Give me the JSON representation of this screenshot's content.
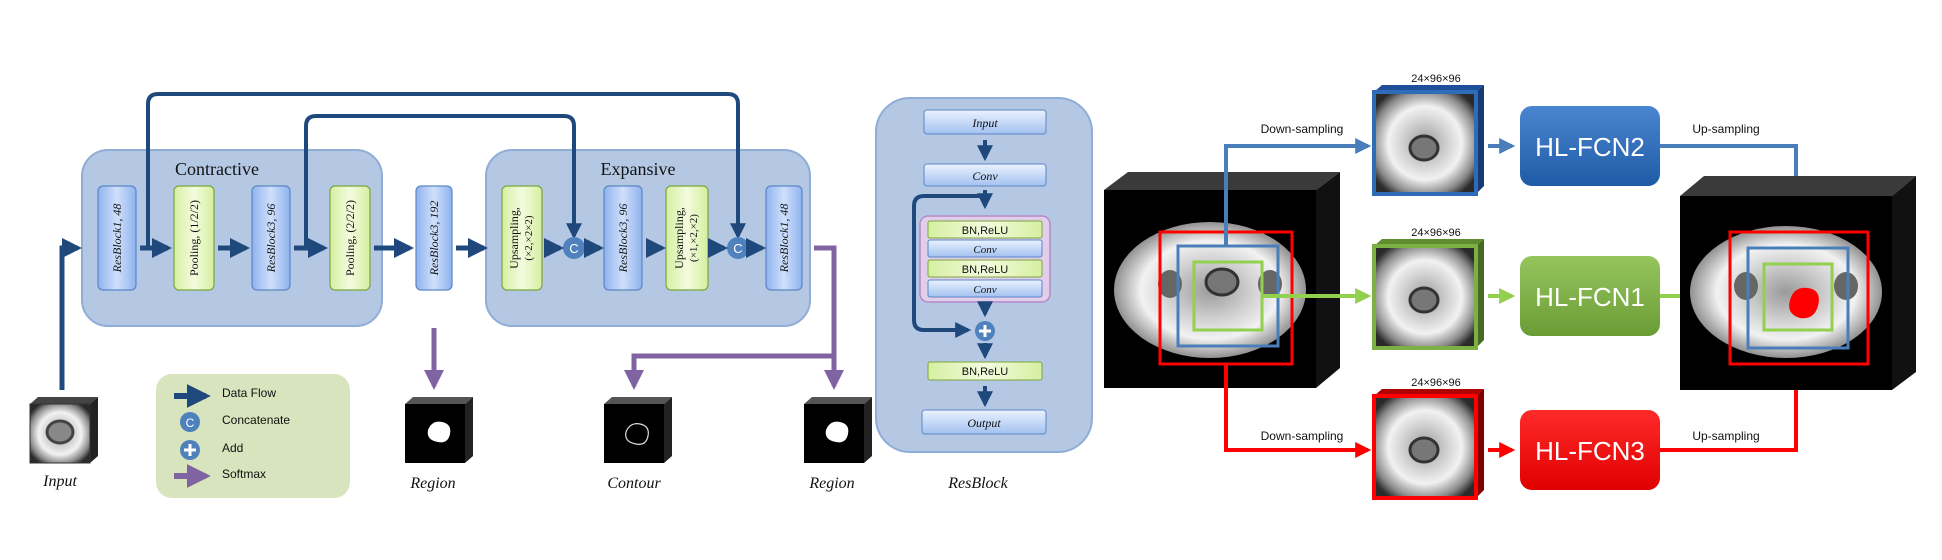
{
  "network": {
    "contractive_title": "Contractive",
    "expansive_title": "Expansive",
    "blocks": {
      "resblock1_a": "ResBlock1, 48",
      "pooling_1": "Pooling, (1/2/2)",
      "resblock3_a": "ResBlock3, 96",
      "pooling_2": "Pooling, (2/2/2)",
      "resblock3_b": "ResBlock3, 192",
      "upsampling_1_l1": "Upsampling,",
      "upsampling_1_l2": "(×2,×2×2)",
      "resblock3_c": "ResBlock3, 96",
      "upsampling_2_l1": "Upsampling,",
      "upsampling_2_l2": "(×1,×2,×2)",
      "resblock1_b": "ResBlock1, 48"
    },
    "concat_symbol": "C",
    "labels": {
      "input": "Input",
      "region_1": "Region",
      "contour": "Contour",
      "region_2": "Region"
    }
  },
  "legend": {
    "items": [
      {
        "label": "Data Flow"
      },
      {
        "label": "Concatenate"
      },
      {
        "label": "Add"
      },
      {
        "label": "Softmax"
      }
    ]
  },
  "resblock": {
    "caption": "ResBlock",
    "input": "Input",
    "conv": "Conv",
    "bn_relu_1": "BN,ReLU",
    "conv_1": "Conv",
    "bn_relu_2": "BN,ReLU",
    "conv_2": "Conv",
    "bn_relu_3": "BN,ReLU",
    "output": "Output"
  },
  "cascade": {
    "down_sampling_top": "Down-sampling",
    "down_sampling_bottom": "Down-sampling",
    "up_sampling_top": "Up-sampling",
    "up_sampling_bottom": "Up-sampling",
    "size_top": "24×96×96",
    "size_mid": "24×96×96",
    "size_bottom": "24×96×96",
    "hl_fcn2": "HL-FCN2",
    "hl_fcn1": "HL-FCN1",
    "hl_fcn3": "HL-FCN3"
  },
  "colors": {
    "blue_arrow": "#1f497d",
    "purple_arrow": "#8064a2",
    "panel_blue": "#b4c8e4",
    "green_block": "#e4f5bf",
    "blue_block": "#a9c5f2",
    "fcn2": "#2e6cb8",
    "fcn1": "#7cb043",
    "fcn3": "#ff0000"
  }
}
